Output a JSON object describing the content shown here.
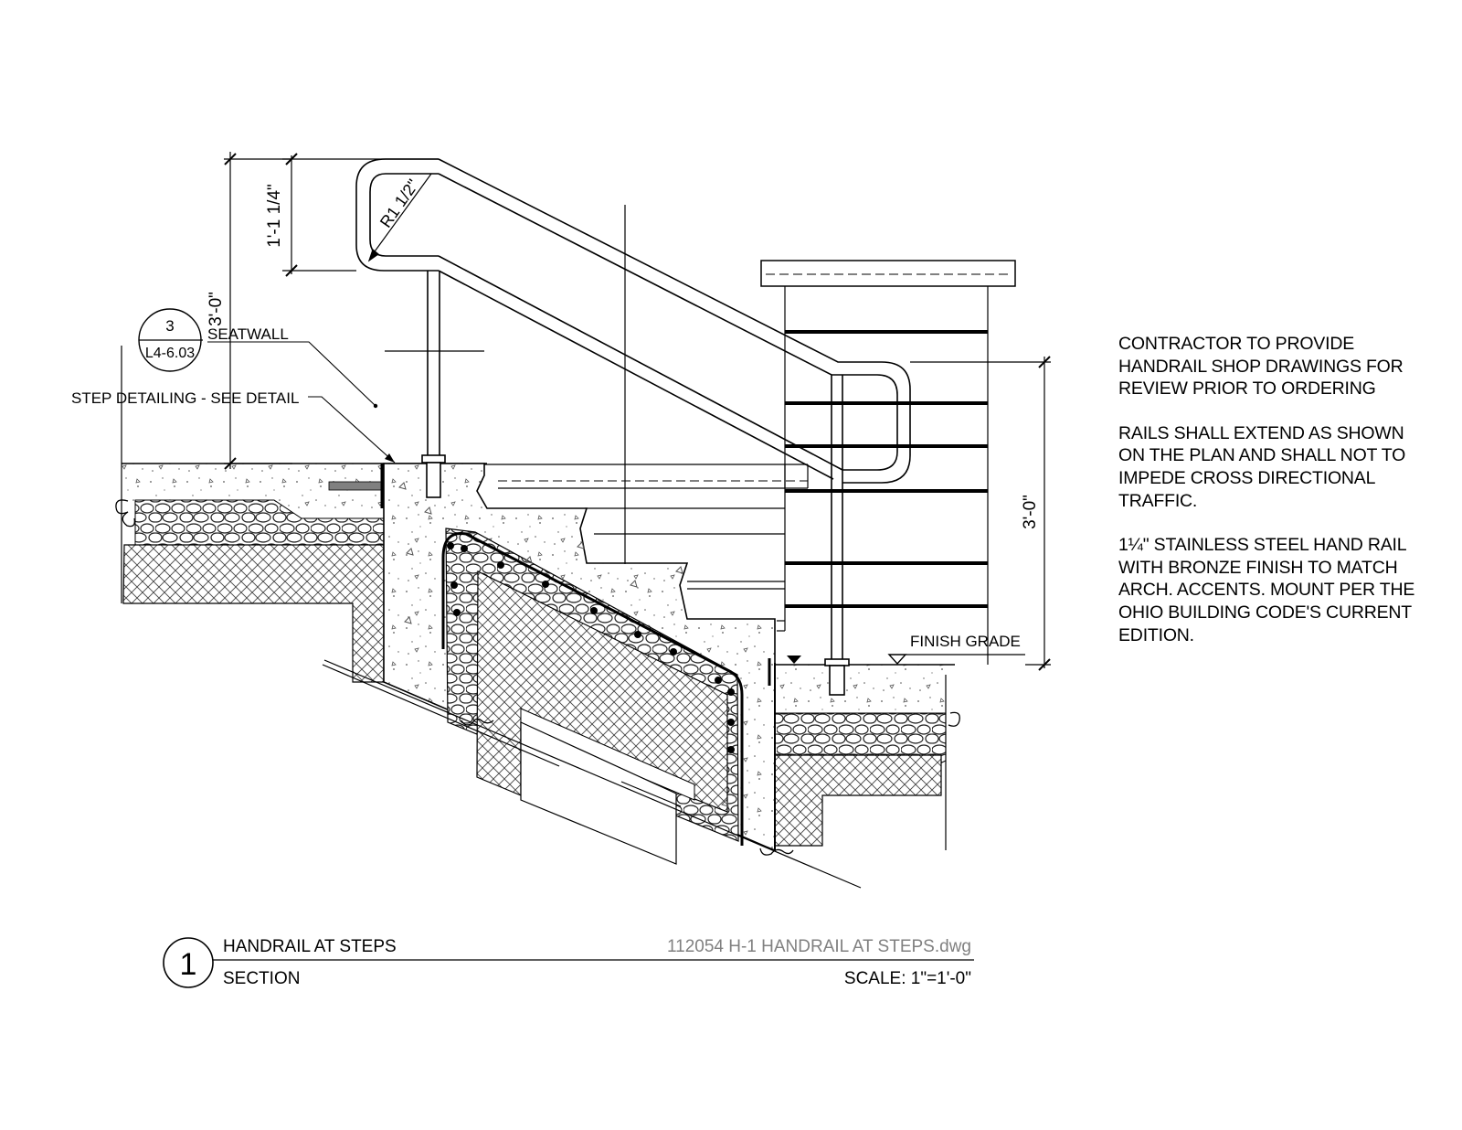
{
  "drawing": {
    "dimensions": {
      "top_rise": "1'-1 1/4\"",
      "radius": "R1 1/2\"",
      "left_height": "3'-0\"",
      "right_height": "3'-0\""
    },
    "callout": {
      "detail_number": "3",
      "sheet_ref": "L4-6.03"
    },
    "labels": {
      "seatwall": "SEATWALL",
      "step_detailing": "STEP DETAILING - SEE DETAIL",
      "finish_grade": "FINISH GRADE"
    },
    "notes": [
      "CONTRACTOR TO PROVIDE\nHANDRAIL SHOP DRAWINGS FOR\nREVIEW PRIOR TO ORDERING",
      "RAILS SHALL EXTEND AS SHOWN\nON THE PLAN AND SHALL NOT TO\nIMPEDE CROSS DIRECTIONAL\nTRAFFIC.",
      "1¼\" STAINLESS STEEL HAND RAIL\nWITH BRONZE FINISH TO MATCH\nARCH. ACCENTS. MOUNT PER THE\nOHIO BUILDING CODE'S CURRENT\nEDITION."
    ]
  },
  "title_block": {
    "number": "1",
    "title": "HANDRAIL AT STEPS",
    "subtitle": "SECTION",
    "file": "112054 H-1 HANDRAIL AT STEPS.dwg",
    "scale": "SCALE: 1\"=1'-0\""
  },
  "colors": {
    "line": "#000000",
    "file_text": "#808080",
    "rebar_bar": "#808080",
    "stone": "#ffffff"
  }
}
